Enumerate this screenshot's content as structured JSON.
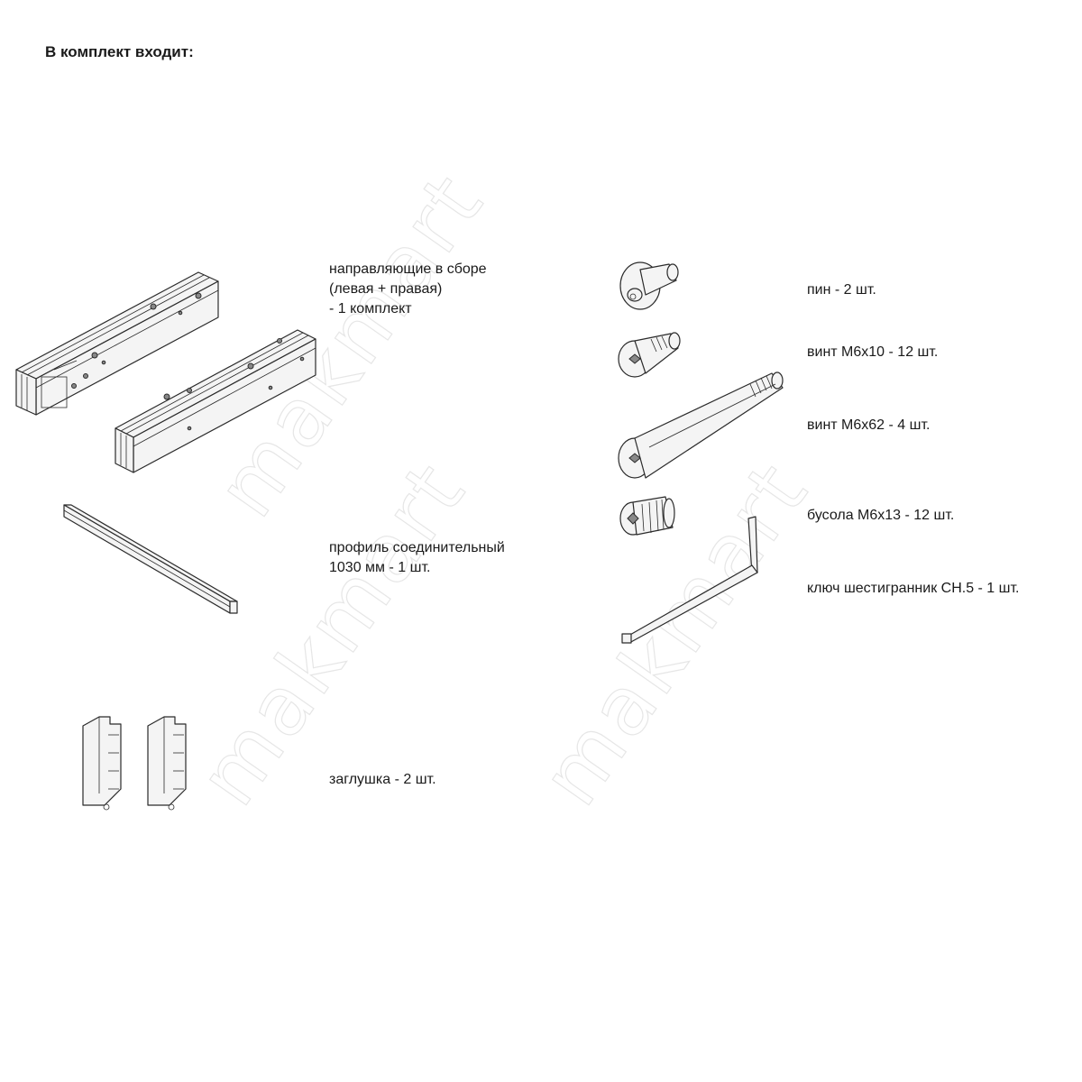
{
  "title": "В комплект входит:",
  "watermark": "makmart",
  "items": {
    "rails": [
      "направляющие в сборе",
      "(левая + правая)",
      "- 1 комплект"
    ],
    "profile": [
      "профиль соединительный",
      "1030 мм - 1 шт."
    ],
    "cap": [
      "заглушка - 2 шт."
    ],
    "pin": [
      "пин - 2 шт."
    ],
    "screw_short": [
      "винт M6x10 - 12 шт."
    ],
    "screw_long": [
      "винт M6x62 - 4 шт."
    ],
    "insert": [
      "бусола M6x13 - 12 шт."
    ],
    "hex_key": [
      "ключ шестигранник CH.5 - 1 шт."
    ]
  }
}
